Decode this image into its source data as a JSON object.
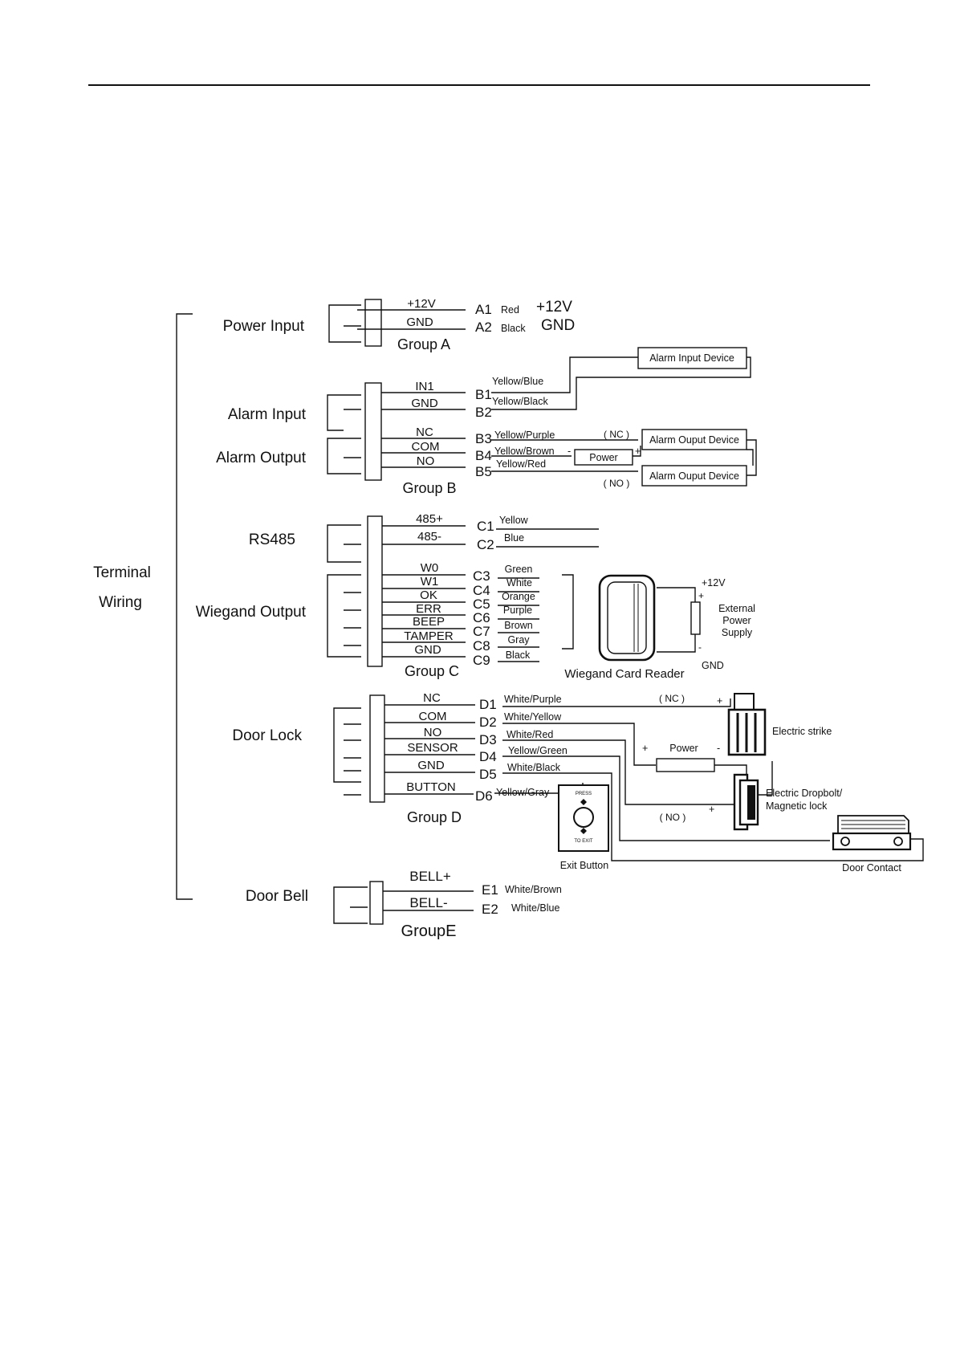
{
  "terminal": {
    "line1": "Terminal",
    "line2": "Wiring"
  },
  "sections": {
    "power_input": "Power Input",
    "alarm_input": "Alarm Input",
    "alarm_output": "Alarm Output",
    "rs485": "RS485",
    "wiegand_output": "Wiegand Output",
    "door_lock": "Door Lock",
    "door_bell": "Door Bell"
  },
  "groups": {
    "a": "Group A",
    "b": "Group B",
    "c": "Group C",
    "d": "Group D",
    "e": "GroupE"
  },
  "group_a": {
    "pins": [
      "+12V",
      "GND"
    ],
    "codes": [
      "A1",
      "A2"
    ],
    "wires": [
      "Red",
      "Black"
    ],
    "targets": [
      "+12V",
      "GND"
    ]
  },
  "group_b": {
    "pins": [
      "IN1",
      "GND",
      "NC",
      "COM",
      "NO"
    ],
    "codes": [
      "B1",
      "B2",
      "B3",
      "B4",
      "B5"
    ],
    "wires": [
      "Yellow/Blue",
      "Yellow/Black",
      "Yellow/Purple",
      "Yellow/Brown",
      "Yellow/Red"
    ],
    "alarm_input_device": "Alarm Input Device",
    "alarm_output_device": "Alarm Ouput Device",
    "power": "Power",
    "nc": "( NC )",
    "no": "( NO )",
    "minus": "-",
    "plus": "+"
  },
  "group_c": {
    "pins": [
      "485+",
      "485-",
      "W0",
      "W1",
      "OK",
      "ERR",
      "BEEP",
      "TAMPER",
      "GND"
    ],
    "codes": [
      "C1",
      "C2",
      "C3",
      "C4",
      "C5",
      "C6",
      "C7",
      "C8",
      "C9"
    ],
    "wires": [
      "Yellow",
      "Blue",
      "Green",
      "White",
      "Orange",
      "Purple",
      "Brown",
      "Gray",
      "Black"
    ],
    "card_reader": "Wiegand Card Reader",
    "supply_plus": "+12V",
    "supply_line1": "External",
    "supply_line2": "Power",
    "supply_line3": "Supply",
    "supply_gnd": "GND",
    "small_plus": "+",
    "small_minus": "-"
  },
  "group_d": {
    "pins": [
      "NC",
      "COM",
      "NO",
      "SENSOR",
      "GND",
      "BUTTON"
    ],
    "codes": [
      "D1",
      "D2",
      "D3",
      "D4",
      "D5",
      "D6"
    ],
    "wires": [
      "White/Purple",
      "White/Yellow",
      "White/Red",
      "Yellow/Green",
      "White/Black",
      "Yellow/Gray"
    ],
    "nc": "( NC )",
    "no": "( NO )",
    "power": "Power",
    "plus": "+",
    "minus": "-",
    "electric_strike": "Electric strike",
    "dropbolt_line1": "Electric Dropbolt/",
    "dropbolt_line2": "Magnetic lock",
    "exit_button": "Exit Button",
    "press": "PRESS",
    "to_exit": "TO EXIT",
    "door_contact": "Door Contact"
  },
  "group_e": {
    "pins": [
      "BELL+",
      "BELL-"
    ],
    "codes": [
      "E1",
      "E2"
    ],
    "wires": [
      "White/Brown",
      "White/Blue"
    ]
  }
}
